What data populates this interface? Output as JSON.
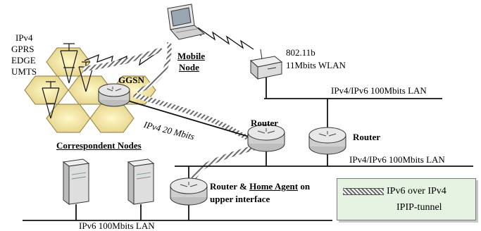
{
  "labels": {
    "radio_tech": [
      "IPv4",
      "GPRS",
      "EDGE",
      "UMTS"
    ],
    "ggsn": "GGSN",
    "mobile_node": [
      "Mobile",
      "Node"
    ],
    "wlan": [
      "802.11b",
      "11Mbits WLAN"
    ],
    "lan_top": "IPv4/IPv6 100Mbits LAN",
    "lan_middle": "IPv4/IPv6 100Mbits LAN",
    "lan_bottom": "IPv6 100Mbits LAN",
    "ipv4_link": "IPv4 20 Mbits",
    "router_center": "Router",
    "router_right": "Router",
    "correspondent_nodes": "Correspondent Nodes",
    "home_agent_prefix": "Router & ",
    "home_agent_underlined": "Home Agent",
    "home_agent_suffix": " on",
    "home_agent_line2": "upper interface"
  },
  "legend": {
    "line1": "IPv6 over IPv4",
    "line2": "IPIP-tunnel"
  },
  "colors": {
    "hex_fill": "#f2e6b0",
    "router_fill": "#dcdcdc",
    "tunnel_dark": "#6a6a6a",
    "legend_bg": "#e6f3e2"
  }
}
